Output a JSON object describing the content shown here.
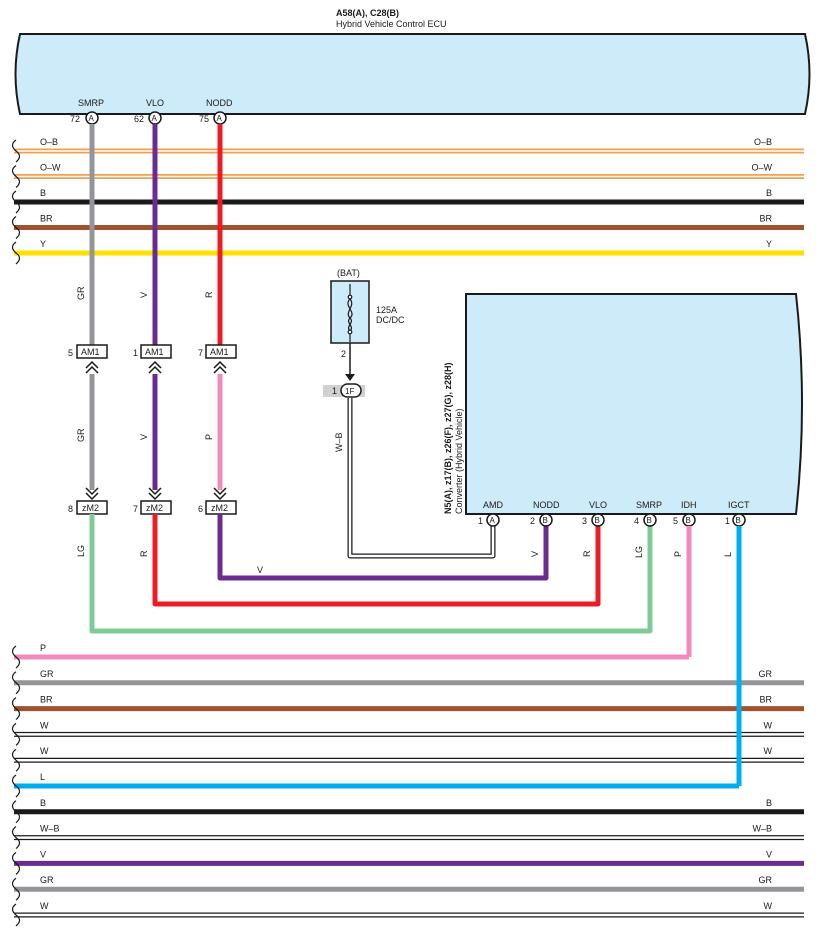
{
  "ecu": {
    "id": "A58(A), C28(B)",
    "name": "Hybrid Vehicle Control ECU",
    "fill": "#cdebf8",
    "pins": [
      {
        "name": "SMRP",
        "num": "72",
        "letter": "A"
      },
      {
        "name": "VLO",
        "num": "62",
        "letter": "A"
      },
      {
        "name": "NODD",
        "num": "75",
        "letter": "A"
      }
    ]
  },
  "converter": {
    "id": "N5(A), z17(B), z26(F), z27(G), z28(H)",
    "name": "Converter (Hybrid Vehicle)",
    "pins": [
      {
        "name": "AMD",
        "num": "1",
        "letter": "A"
      },
      {
        "name": "NODD",
        "num": "2",
        "letter": "B"
      },
      {
        "name": "VLO",
        "num": "3",
        "letter": "B"
      },
      {
        "name": "SMRP",
        "num": "4",
        "letter": "B"
      },
      {
        "name": "IDH",
        "num": "5",
        "letter": "B"
      },
      {
        "name": "IGCT",
        "num": "1",
        "letter": "B"
      }
    ]
  },
  "fuse": {
    "source": "(BAT)",
    "rating": "125A",
    "name": "DC/DC",
    "pin": "2",
    "connector": "1F",
    "connector_pin": "1"
  },
  "connectors_am1": [
    {
      "pin": "5",
      "name": "AM1"
    },
    {
      "pin": "1",
      "name": "AM1"
    },
    {
      "pin": "7",
      "name": "AM1"
    }
  ],
  "connectors_zm2": [
    {
      "pin": "8",
      "name": "zM2"
    },
    {
      "pin": "7",
      "name": "zM2"
    },
    {
      "pin": "6",
      "name": "zM2"
    }
  ],
  "wire_codes": {
    "upper_col1": "GR",
    "upper_col2": "V",
    "upper_col3": "R",
    "mid_col1": "GR",
    "mid_col2": "V",
    "mid_col3": "P",
    "lower_col1": "LG",
    "lower_col2": "R",
    "v_horizontal": "V",
    "fuse_wire": "W–B",
    "conv_nodd": "V",
    "conv_vlo": "R",
    "conv_smrp": "LG",
    "conv_idh": "P",
    "conv_igct": "L"
  },
  "top_bus": [
    {
      "left": "O–B",
      "right": "O–B",
      "color": "#f0a050"
    },
    {
      "left": "O–W",
      "right": "O–W",
      "color": "#f0a050"
    },
    {
      "left": "B",
      "right": "B",
      "color": "#1a1a1a"
    },
    {
      "left": "BR",
      "right": "BR",
      "color": "#a0522d"
    },
    {
      "left": "Y",
      "right": "Y",
      "color": "#ffe000"
    }
  ],
  "bottom_bus": [
    {
      "left": "P",
      "right": "",
      "color": "#f08cbc"
    },
    {
      "left": "GR",
      "right": "GR",
      "color": "#939598"
    },
    {
      "left": "BR",
      "right": "BR",
      "color": "#a0522d"
    },
    {
      "left": "W",
      "right": "W",
      "color": "#ffffff"
    },
    {
      "left": "W",
      "right": "W",
      "color": "#ffffff"
    },
    {
      "left": "L",
      "right": "",
      "color": "#00aeef"
    },
    {
      "left": "B",
      "right": "B",
      "color": "#1a1a1a"
    },
    {
      "left": "W–B",
      "right": "W–B",
      "color": "#ffffff"
    },
    {
      "left": "V",
      "right": "V",
      "color": "#6a2c91"
    },
    {
      "left": "GR",
      "right": "GR",
      "color": "#939598"
    },
    {
      "left": "W",
      "right": "W",
      "color": "#ffffff"
    }
  ],
  "colors": {
    "GR": "#939598",
    "V": "#6a2c91",
    "R": "#ed1c24",
    "P": "#f08cbc",
    "LG": "#7fcb98",
    "L": "#00aeef"
  }
}
